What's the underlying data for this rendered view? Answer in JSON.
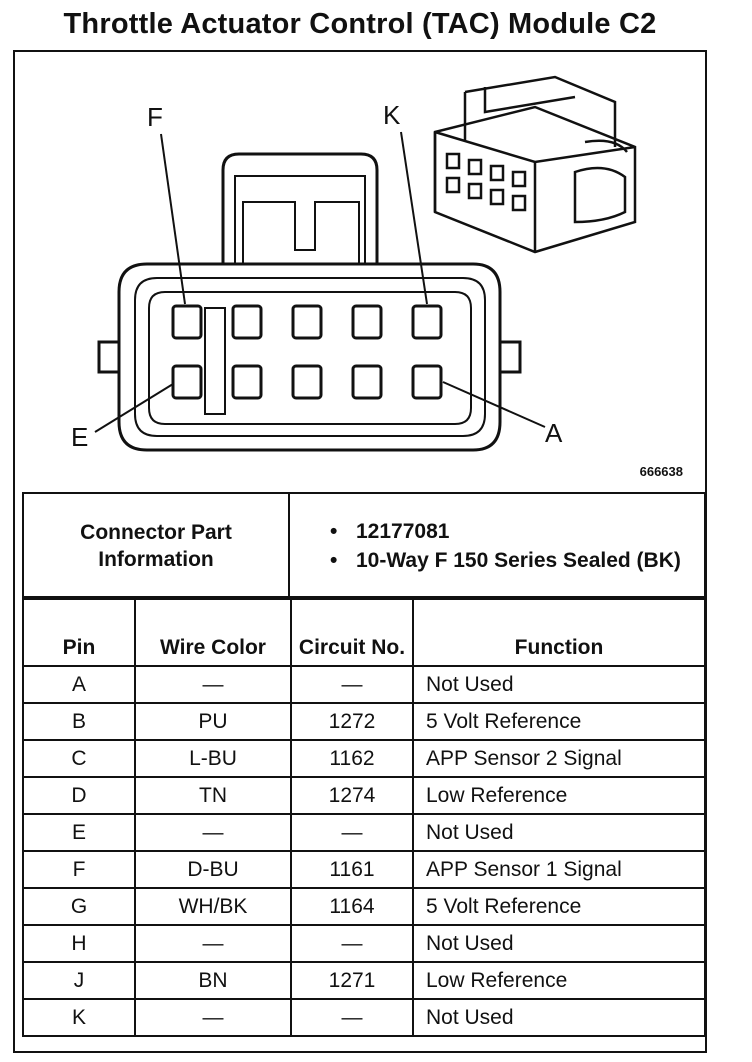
{
  "title": "Throttle Actuator Control (TAC) Module C2",
  "figure_number": "666638",
  "pin_labels": {
    "f": "F",
    "k": "K",
    "e": "E",
    "a": "A"
  },
  "connector_info": {
    "header": "Connector Part Information",
    "items": [
      "12177081",
      "10-Way F 150 Series Sealed (BK)"
    ]
  },
  "pin_table": {
    "headers": {
      "pin": "Pin",
      "wire_color": "Wire Color",
      "circuit": "Circuit No.",
      "function": "Function"
    },
    "rows": [
      {
        "pin": "A",
        "wire": "—",
        "circuit": "—",
        "function": "Not Used"
      },
      {
        "pin": "B",
        "wire": "PU",
        "circuit": "1272",
        "function": "5 Volt Reference"
      },
      {
        "pin": "C",
        "wire": "L-BU",
        "circuit": "1162",
        "function": "APP Sensor 2 Signal"
      },
      {
        "pin": "D",
        "wire": "TN",
        "circuit": "1274",
        "function": "Low Reference"
      },
      {
        "pin": "E",
        "wire": "—",
        "circuit": "—",
        "function": "Not Used"
      },
      {
        "pin": "F",
        "wire": "D-BU",
        "circuit": "1161",
        "function": "APP Sensor 1 Signal"
      },
      {
        "pin": "G",
        "wire": "WH/BK",
        "circuit": "1164",
        "function": "5 Volt Reference"
      },
      {
        "pin": "H",
        "wire": "—",
        "circuit": "—",
        "function": "Not Used"
      },
      {
        "pin": "J",
        "wire": "BN",
        "circuit": "1271",
        "function": "Low Reference"
      },
      {
        "pin": "K",
        "wire": "—",
        "circuit": "—",
        "function": "Not Used"
      }
    ]
  }
}
